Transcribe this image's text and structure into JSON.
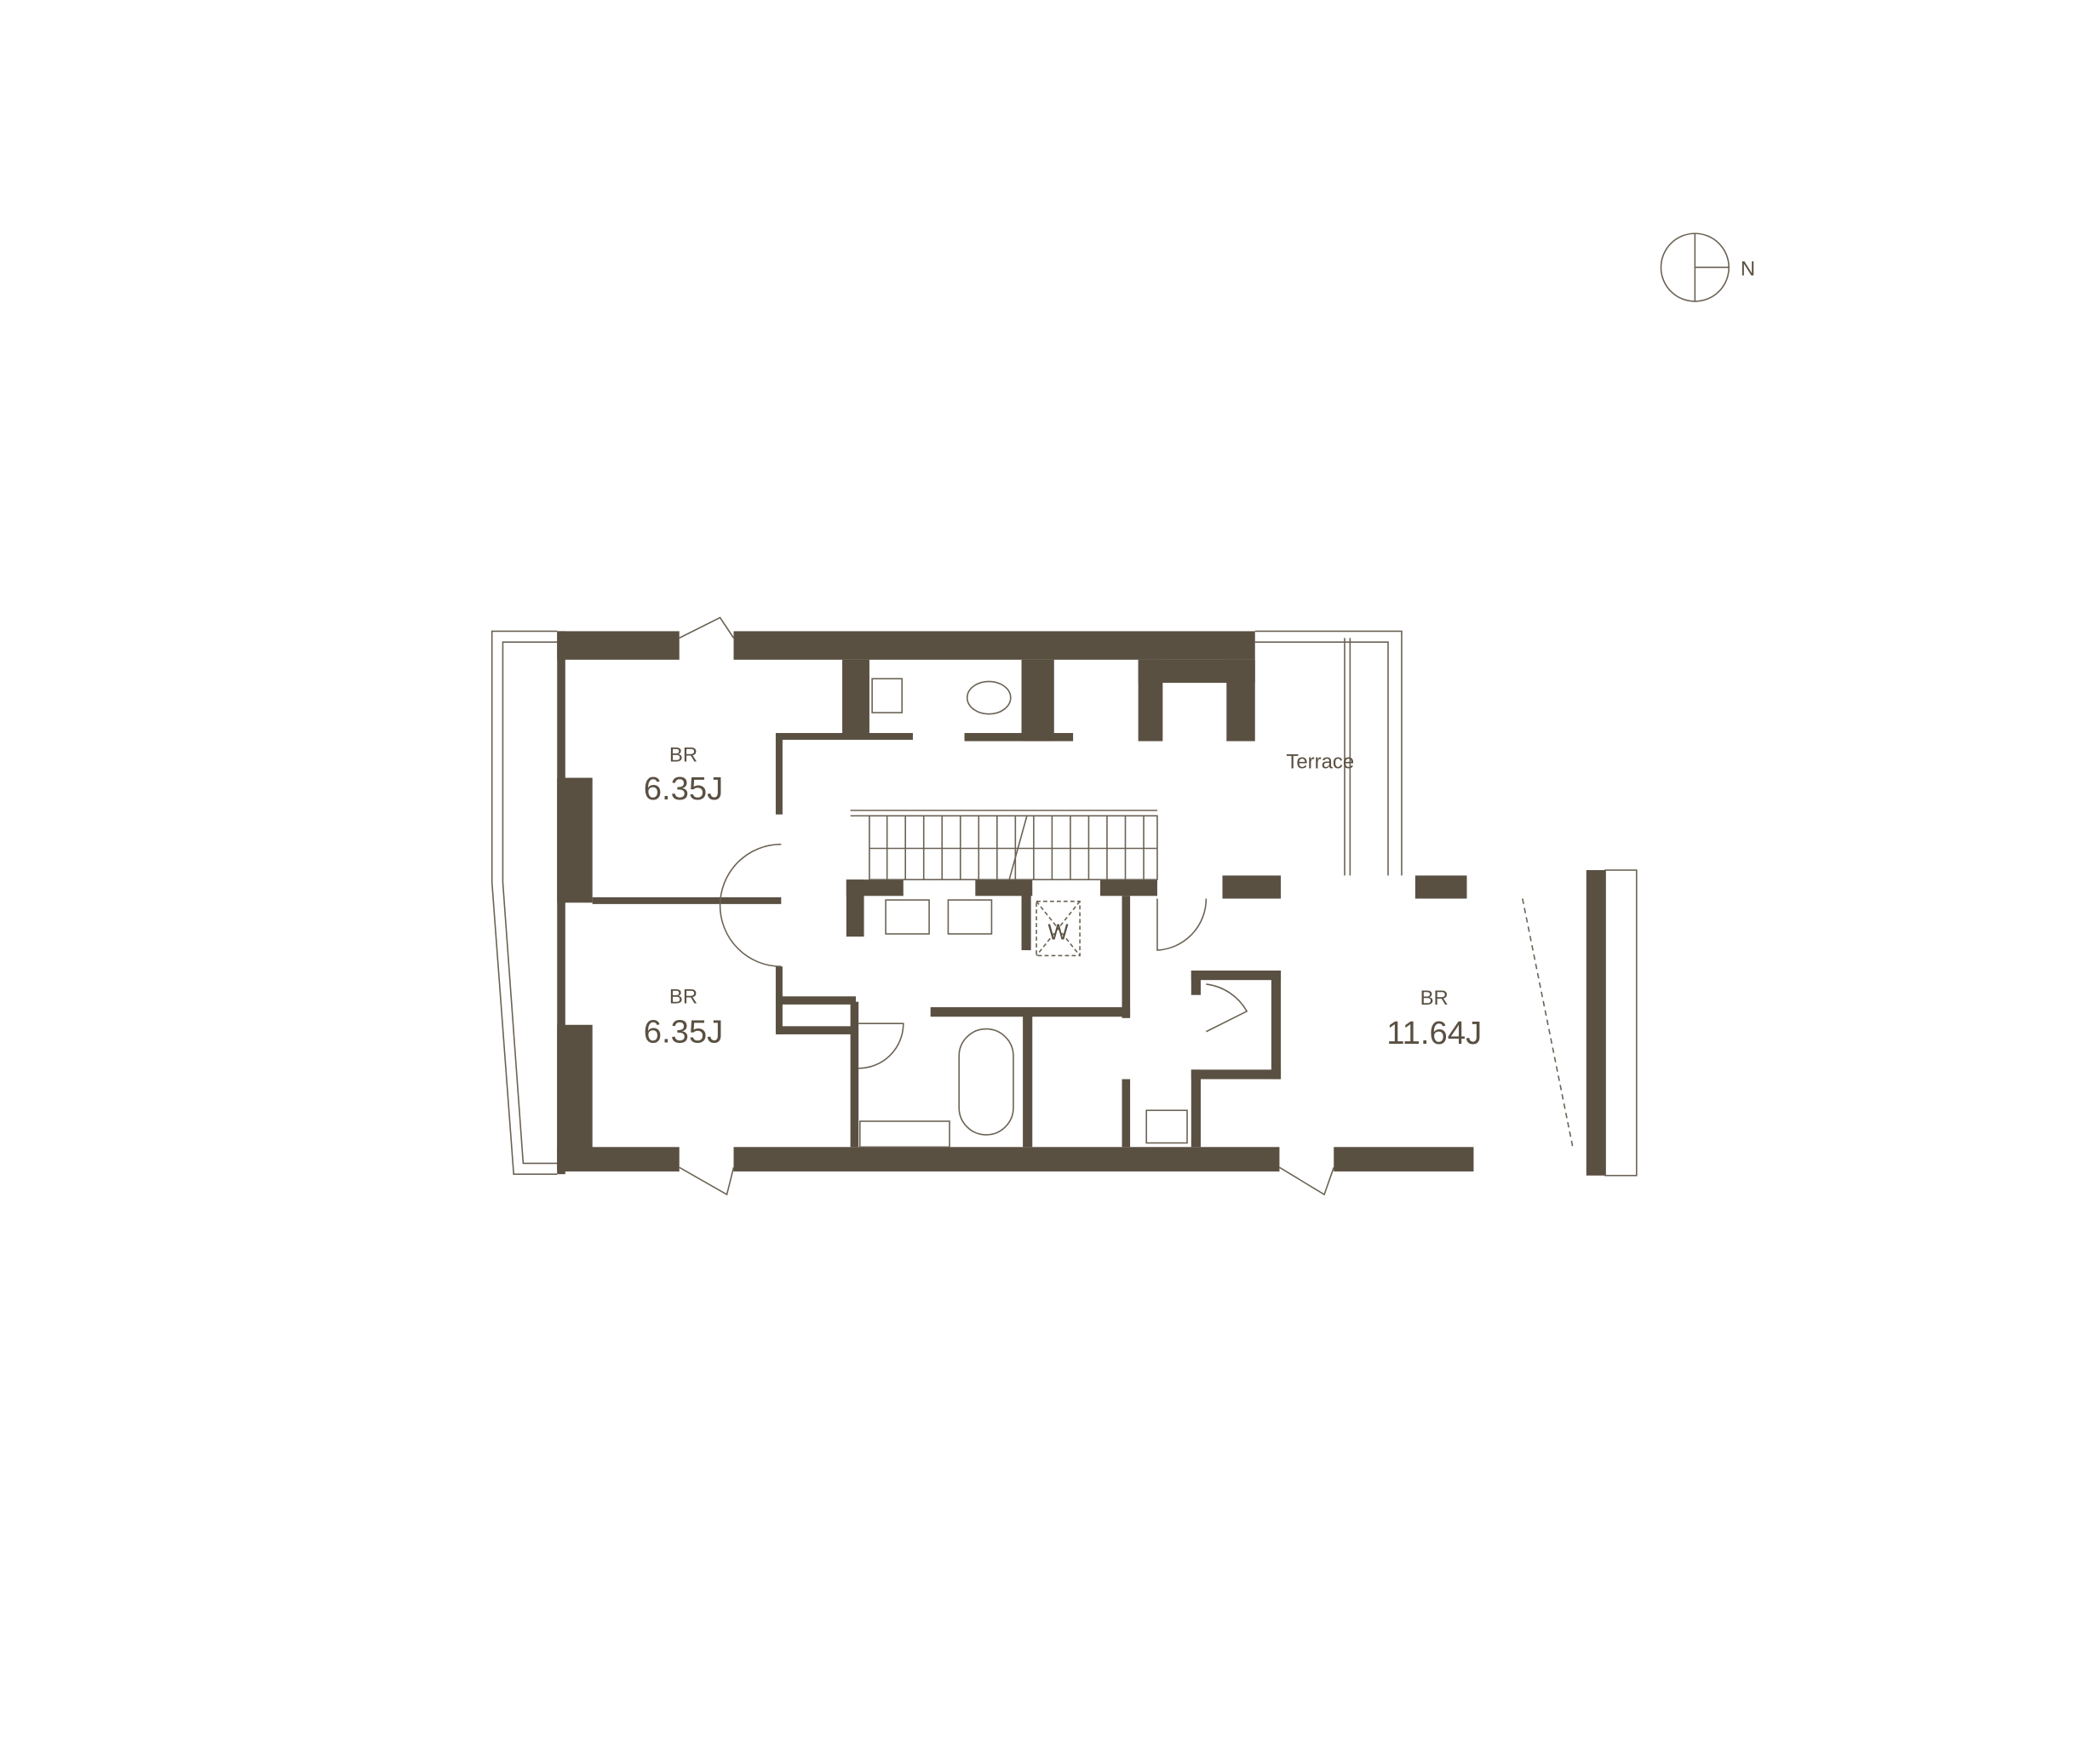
{
  "compass": {
    "label": "N"
  },
  "rooms": [
    {
      "name": "BR",
      "area": "6.35J"
    },
    {
      "name": "BR",
      "area": "6.35J"
    },
    {
      "name": "BR",
      "area": "11.64J"
    }
  ],
  "terrace": {
    "label": "Terrace"
  },
  "washer": {
    "label": "W"
  },
  "colors": {
    "wall": "#5a5042",
    "line": "#6b6255"
  }
}
